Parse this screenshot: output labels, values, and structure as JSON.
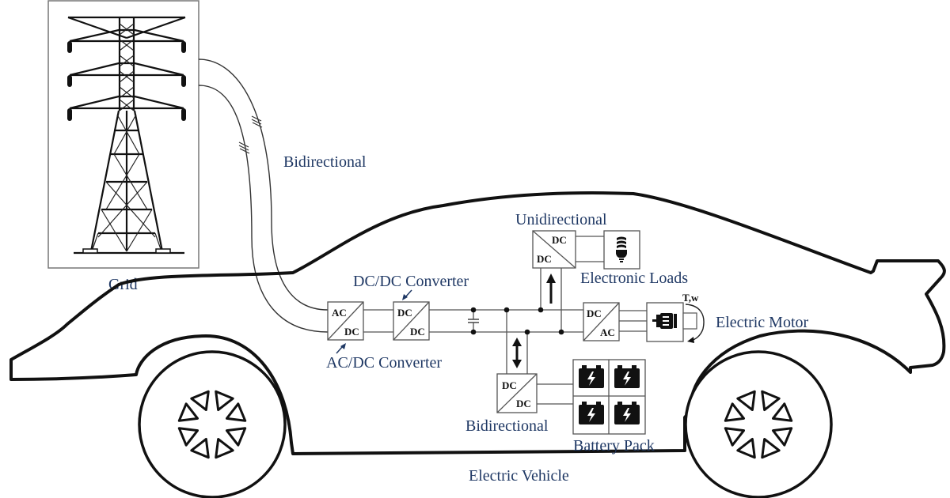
{
  "diagram": {
    "title": "Electric Vehicle",
    "colors": {
      "label_text": "#1f3864",
      "line": "#111111",
      "background": "#ffffff"
    },
    "labels": {
      "grid": "Grid",
      "grid_link": "Bidirectional",
      "dcdc_converter": "DC/DC Converter",
      "acdc_converter": "AC/DC Converter",
      "unidirectional": "Unidirectional",
      "electronic_loads": "Electronic Loads",
      "electric_motor": "Electric Motor",
      "torque_speed": "T,w",
      "battery_link": "Bidirectional",
      "battery_pack": "Battery Pack",
      "vehicle": "Electric Vehicle"
    },
    "blocks": {
      "acdc": {
        "top": "AC",
        "bottom": "DC"
      },
      "dcdc_main": {
        "top": "DC",
        "bottom": "DC"
      },
      "dcdc_loads": {
        "top": "DC",
        "bottom": "DC"
      },
      "inverter": {
        "top": "DC",
        "bottom": "AC"
      },
      "dcdc_battery": {
        "top": "DC",
        "bottom": "DC"
      }
    },
    "icons": {
      "tower": "transmission-tower-icon",
      "bulb": "light-bulb-icon",
      "motor": "motor-icon",
      "battery": "battery-icon",
      "wheel": "wheel-icon"
    },
    "battery_cells": 4
  }
}
